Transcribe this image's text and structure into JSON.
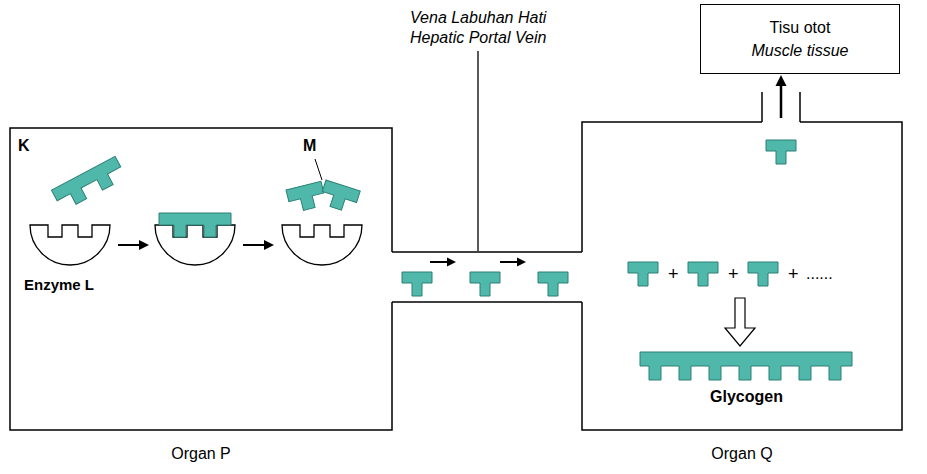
{
  "diagram": {
    "nodes": [
      {
        "text": [
          "Organ P"
        ]
      },
      {
        "text": [
          "Organ Q"
        ]
      },
      {
        "text": [
          "Tisu otot",
          "Muscle tissue"
        ]
      }
    ],
    "edges": [
      {
        "from": 0,
        "to": 1,
        "arrow": "to"
      },
      {
        "from": 1,
        "to": 2,
        "arrow": "to"
      }
    ],
    "labels": [
      "K",
      "M",
      "Enzyme L",
      "Vena Labuhan Hati",
      "Hepatic Portal Vein",
      "+",
      "+",
      "+",
      "......",
      "Glycogen"
    ]
  }
}
